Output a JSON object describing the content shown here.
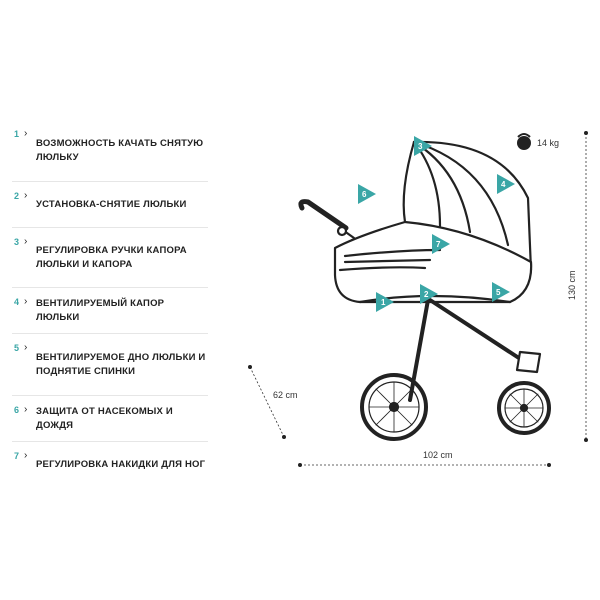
{
  "features": [
    {
      "num": "1",
      "text": "ВОЗМОЖНОСТЬ КАЧАТЬ СНЯТУЮ ЛЮЛЬКУ"
    },
    {
      "num": "2",
      "text": "УСТАНОВКА-СНЯТИЕ ЛЮЛЬКИ"
    },
    {
      "num": "3",
      "text": "РЕГУЛИРОВКА РУЧКИ КАПОРА ЛЮЛЬКИ И КАПОРА"
    },
    {
      "num": "4",
      "text": "ВЕНТИЛИРУЕМЫЙ КАПОР ЛЮЛЬКИ"
    },
    {
      "num": "5",
      "text": "ВЕНТИЛИРУЕМОЕ ДНО ЛЮЛЬКИ И ПОДНЯТИЕ СПИНКИ"
    },
    {
      "num": "6",
      "text": "ЗАЩИТА ОТ НАСЕКОМЫХ И ДОЖДЯ"
    },
    {
      "num": "7",
      "text": "РЕГУЛИРОВКА НАКИДКИ ДЛЯ НОГ"
    }
  ],
  "arrow_glyph": "›",
  "weight": "14 kg",
  "dimensions": {
    "depth": "62 cm",
    "length": "102 cm",
    "height": "130 cm"
  },
  "markers": [
    "1",
    "2",
    "3",
    "4",
    "5",
    "6",
    "7"
  ],
  "colors": {
    "accent": "#3aa6a6",
    "line": "#222222"
  },
  "icons": {
    "weight": "kettlebell-icon"
  }
}
